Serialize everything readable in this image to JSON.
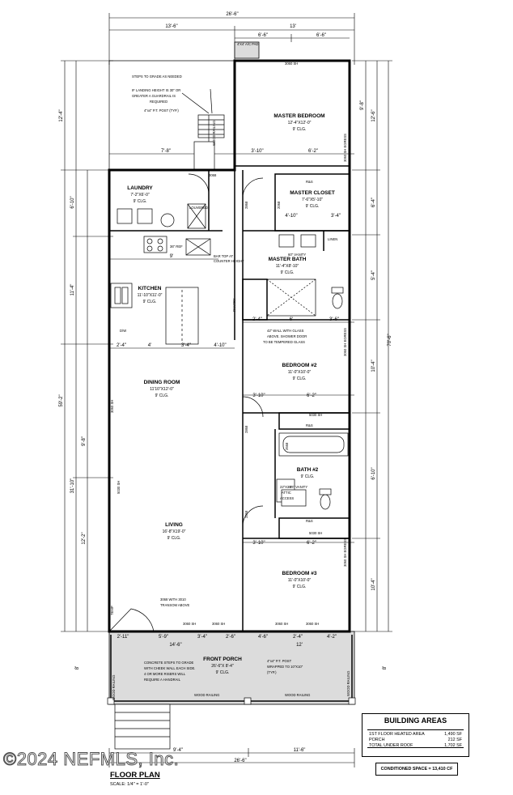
{
  "dims": {
    "overall": "26'-6\"",
    "top_left": "13'-6\"",
    "top_right": "13'",
    "pad_left": "6'-6\"",
    "pad_right": "6'-6\"",
    "left_12_4": "12'-4\"",
    "left_6_10": "6'-10\"",
    "left_11_4": "11'-4\"",
    "left_59_2": "59'-2\"",
    "left_31_10": "31'-10\"",
    "left_12_2": "12'-2\"",
    "left_9_8": "9'-8\"",
    "left_8": "8'",
    "right_70_6": "70'-6\"",
    "right_12_6": "12'-6\"",
    "right_9_8": "9'-8\"",
    "right_6_4": "6'-4\"",
    "right_5_4": "5'-4\"",
    "right_10_4": "10'-4\"",
    "right_6_10": "6'-10\"",
    "right_10_4b": "10'-4\"",
    "right_8": "8'",
    "mb_7_8": "7'-8\"",
    "mb_3_10": "3'-10\"",
    "mb_6_2": "6'-2\"",
    "k_2_4": "2'-4\"",
    "k_4": "4'",
    "k_3_4": "3'-4\"",
    "k_4_10": "4'-10\"",
    "k_9": "9'",
    "b2_3_10": "3'-10\"",
    "b2_6_2": "6'-2\"",
    "b3_3_10": "3'-10\"",
    "b3_6_2": "6'-2\"",
    "p_2_11": "2'-11\"",
    "p_5_9": "5'-9\"",
    "p_3_4": "3'-4\"",
    "p_2_6": "2'-6\"",
    "p_4_6": "4'-6\"",
    "p_2_4": "2'-4\"",
    "p_4_2": "4'-2\"",
    "p_14_6": "14'-6\"",
    "p_12": "12'",
    "bottom_9_4": "9'-4\"",
    "bottom_11_6": "11'-6\"",
    "bottom_26_6": "26'-6\"",
    "mbath_6": "6'",
    "mbath_2_4": "2'-4\"",
    "mbath_3_6": "3'-6\"",
    "closet_4_10": "4'-10\"",
    "closet_3_4": "3'-4\""
  },
  "rooms": {
    "master_bedroom": {
      "name": "MASTER BEDROOM",
      "size": "12'-4\"X12'-0\"",
      "clg": "9' CLG."
    },
    "master_closet": {
      "name": "MASTER CLOSET",
      "size": "7'-6\"X5'-10\"",
      "clg": "9' CLG."
    },
    "master_bath": {
      "name": "MASTER BATH",
      "size": "11'-4\"X8'-10\"",
      "clg": "9' CLG."
    },
    "laundry": {
      "name": "LAUNDRY",
      "size": "7'-2\"X6'-0\"",
      "clg": "9' CLG."
    },
    "kitchen": {
      "name": "KITCHEN",
      "size": "11'-10\"X11'-0\"",
      "clg": "9' CLG."
    },
    "dining": {
      "name": "DINING ROOM",
      "size": "11'10\"X12'-0\"",
      "clg": "9' CLG."
    },
    "bedroom2": {
      "name": "BEDROOM #2",
      "size": "11'-0\"X10'-0\"",
      "clg": "9' CLG."
    },
    "bath2": {
      "name": "BATH #2",
      "clg": "9' CLG."
    },
    "living": {
      "name": "LIVING",
      "size": "16'-8\"X19'-0\"",
      "clg": "9' CLG."
    },
    "bedroom3": {
      "name": "BEDROOM #3",
      "size": "11'-0\"X10'-0\"",
      "clg": "9' CLG."
    },
    "front_porch": {
      "name": "FRONT PORCH",
      "size": "26'-6\"X 8'-4\"",
      "clg": "9' CLG."
    }
  },
  "notes": {
    "steps": "STEPS TO GRADE AS NEEDED",
    "landing1": "IF LANDING HEIGHT IS 30\" OR",
    "landing2": "GREATER A GUARDRAIL IS",
    "landing3": "REQUIRED",
    "post": "4\"x4\" P.T. POST (TYP.)",
    "pad": "4'X4' A/C PAD",
    "wood_railing": "WOOD RAILING",
    "bar1": "BAR TOP AT",
    "bar2": "COUNTER HEIGHT",
    "wall1": "42\" WALL WITH GLASS",
    "wall2": "ABOVE. SHOWER DOOR",
    "wall3": "TO BE TEMPERED GLASS",
    "attic1": "22\"X30\"",
    "attic2": "ATTIC",
    "attic3": "ACCESS",
    "transom1": "3068 WITH 3010",
    "transom2": "TRANSOM ABOVE",
    "concrete1": "CONCRETE STEPS TO GRADE",
    "concrete2": "WITH CHEEK WALL EACH SIDE.",
    "concrete3": "4 OR MORE RISERS WILL",
    "concrete4": "REQUIRE A HANDRAIL",
    "porch_post1": "4\"x4\" P.T. POST",
    "porch_post2": "WRAPPED TO 10\"X10\"",
    "porch_post3": "(TYP.)",
    "vanity_60": "60\" VANITY",
    "vanity_54": "54\" VANITY",
    "linen": "LINEN",
    "pantry": "PANTRY",
    "ref": "36\" REF",
    "louvered": "LOUVERED",
    "rs": "R&S",
    "dw": "D/W",
    "sh_3060": "3060 SH",
    "sh_5030": "5030 SH",
    "sh_egress": "3060 SH EGRESS",
    "temp": "TEMP",
    "d3068": "3068",
    "d2868": "2868",
    "d2068": "2068",
    "d2668": "2668"
  },
  "areas": {
    "title": "BUILDING AREAS",
    "rows": [
      {
        "label": "1ST FLOOR HEATED AREA",
        "value": "1,490 SF"
      },
      {
        "label": "PORCH",
        "value": "212 SF"
      },
      {
        "label": "TOTAL UNDER ROOF",
        "value": "1,702 SF"
      }
    ],
    "conditioned": "CONDITIONED SPACE = 13,410 CF"
  },
  "title": {
    "name": "FLOOR PLAN",
    "scale": "SCALE: 1/4\" = 1'-0\""
  },
  "watermark": "©2024 NEFMLS, Inc."
}
